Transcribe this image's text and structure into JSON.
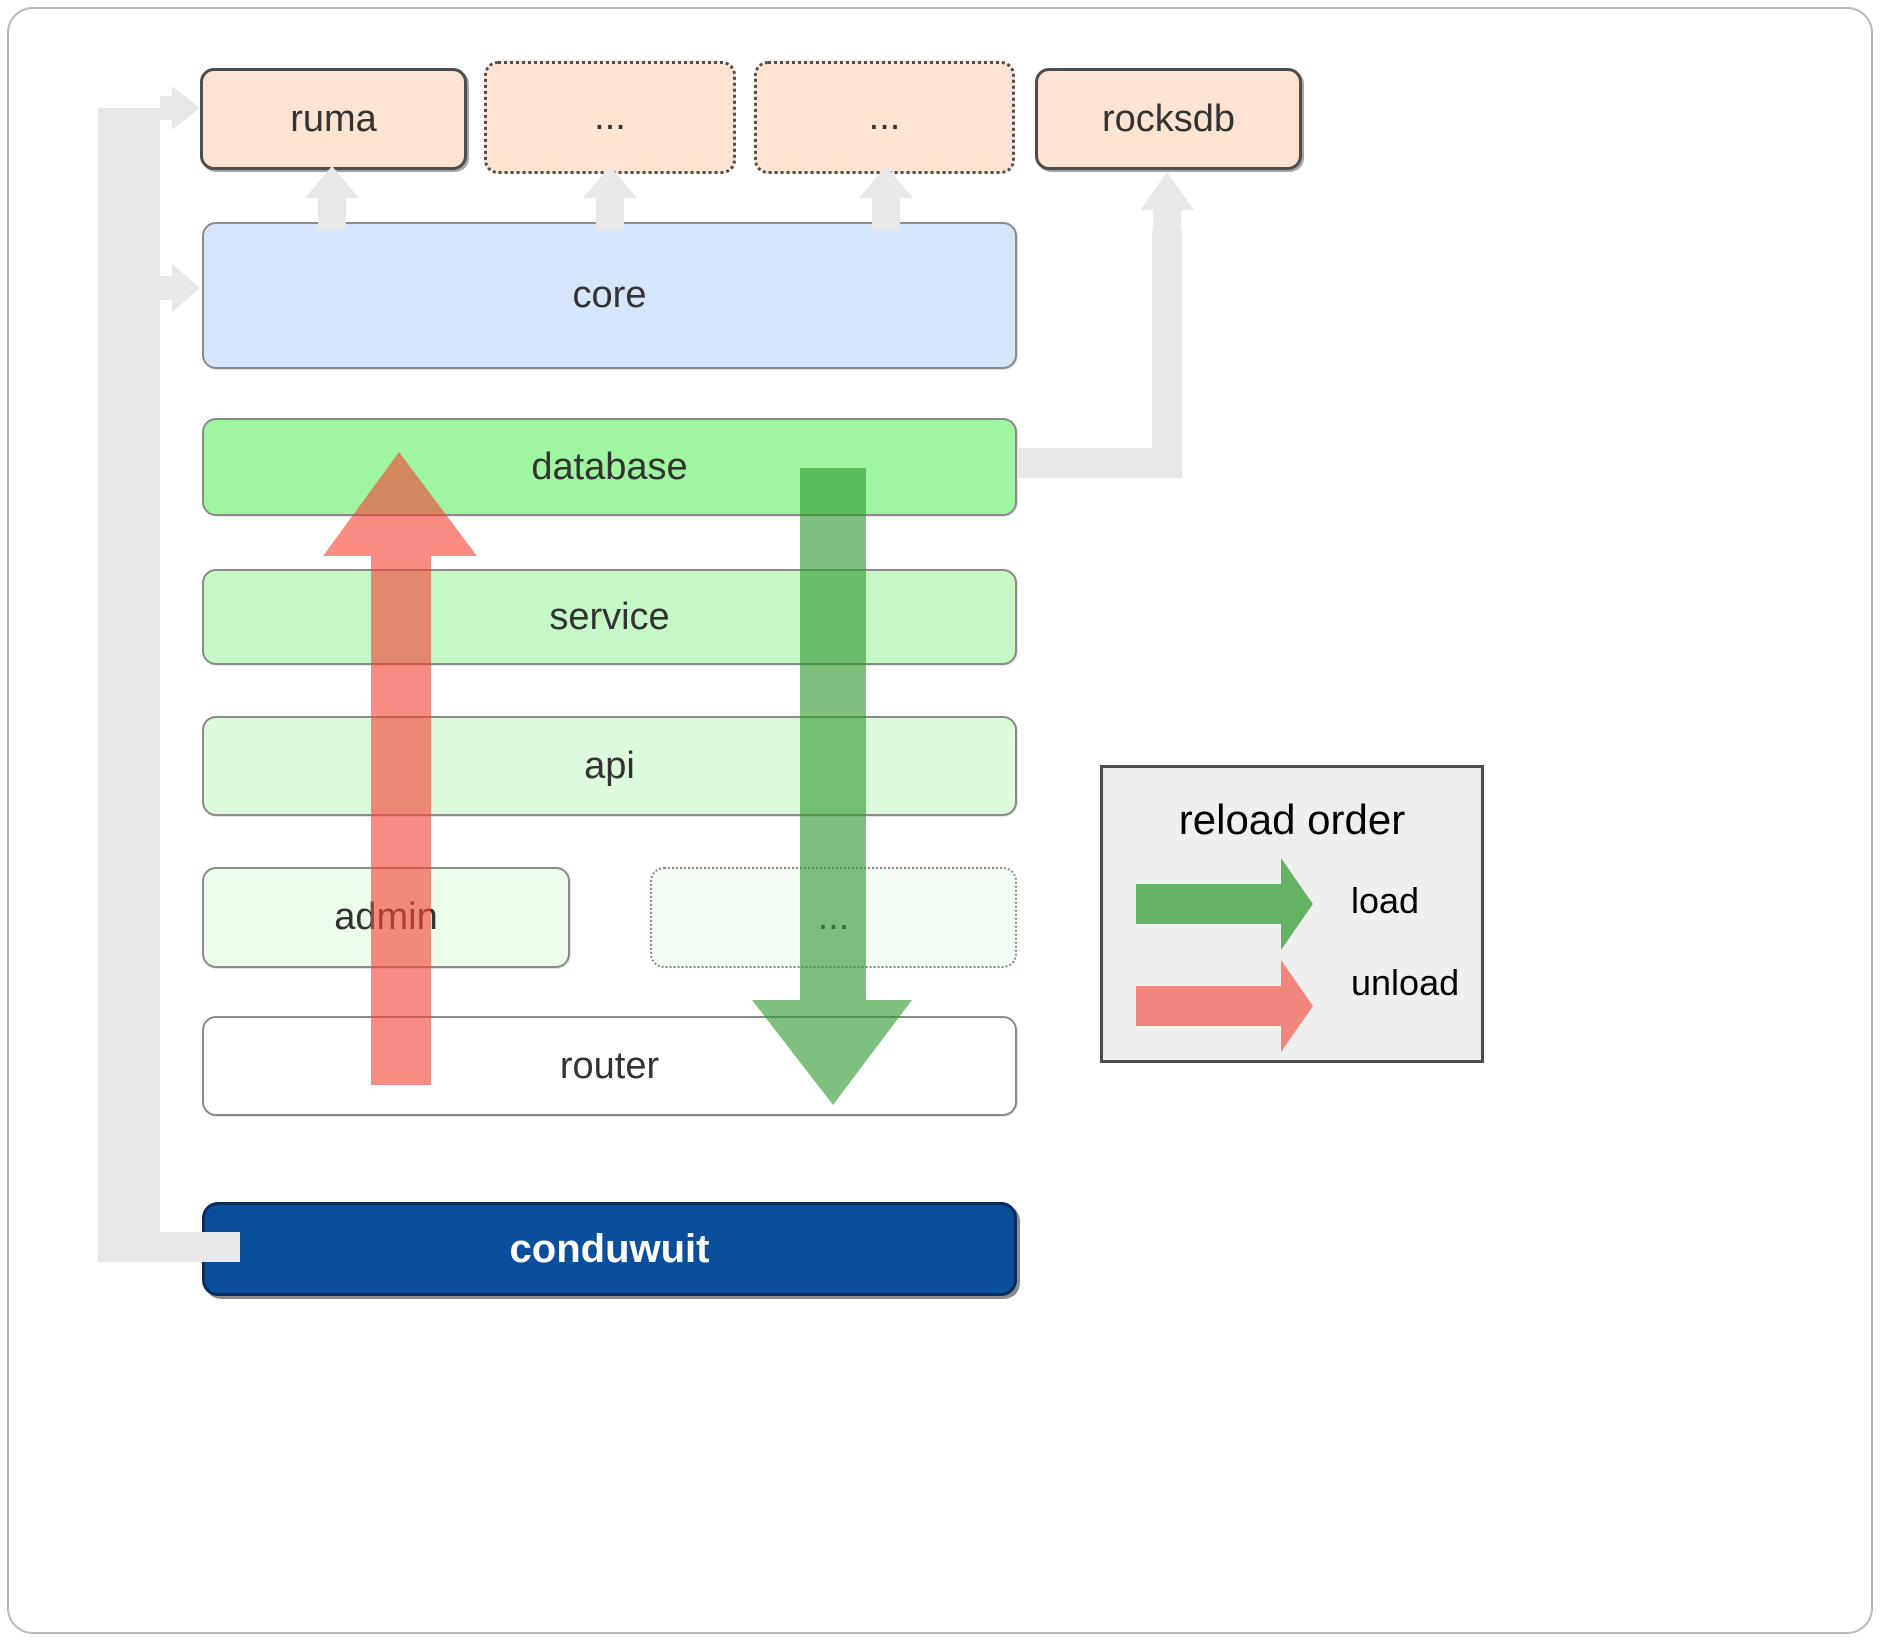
{
  "diagram": {
    "title": "conduwuit module reload order architecture",
    "nodes": {
      "ruma": "ruma",
      "ellipsis1": "...",
      "ellipsis2": "...",
      "rocksdb": "rocksdb",
      "core": "core",
      "database": "database",
      "service": "service",
      "api": "api",
      "admin": "admin",
      "ellipsis3": "...",
      "router": "router",
      "conduwuit": "conduwuit"
    },
    "legend": {
      "title": "reload order",
      "items": [
        {
          "label": "load",
          "color": "#4caf50"
        },
        {
          "label": "unload",
          "color": "#f98080"
        }
      ]
    },
    "colors": {
      "peach_fill": "#fde3d1",
      "peach_border": "#4d4d4d",
      "core_fill": "#d5e6fb",
      "database_fill": "#a0f6a0",
      "service_fill": "#c6f7c6",
      "api_fill": "#ddfadd",
      "admin_fill": "#ecfdec",
      "router_fill": "#ffffff",
      "conduwuit_fill": "#0b4f9c",
      "conduwuit_text": "#ffffff",
      "connector_gray": "#e8e8e8",
      "load_green": "#4caf50",
      "unload_red": "#f98080",
      "legend_bg": "#efefef",
      "box_border_gray": "#8a8a8a"
    }
  }
}
